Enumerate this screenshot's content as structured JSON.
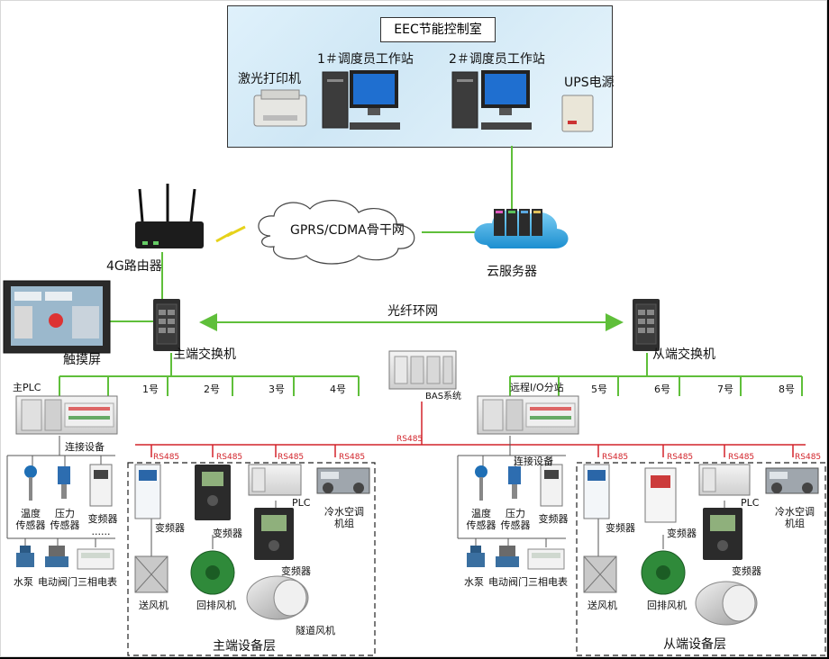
{
  "control_room": {
    "title": "EEC节能控制室",
    "printer": "激光打印机",
    "station1": "1＃调度员工作站",
    "station2": "2＃调度员工作站",
    "ups": "UPS电源"
  },
  "network": {
    "router": "4G路由器",
    "backbone": "GPRS/CDMA骨干网",
    "cloud": "云服务器",
    "ring": "光纤环网",
    "touch": "触摸屏",
    "main_switch": "主端交换机",
    "slave_switch": "从端交换机",
    "bas": "BAS系统",
    "rs485_bus": "RS485"
  },
  "ports_left": [
    "1号",
    "2号",
    "3号",
    "4号"
  ],
  "ports_right": [
    "5号",
    "6号",
    "7号",
    "8号"
  ],
  "main_plc": "主PLC",
  "remote_io": "远程I/O分站",
  "connect_left": "连接设备",
  "connect_right": "连接设备",
  "sensors_left": {
    "temp1": "温度",
    "temp2": "传感器",
    "press1": "压力",
    "press2": "传感器",
    "vfd": "变频器",
    "dots": "......",
    "pump": "水泵",
    "valve": "电动阀门",
    "meter": "三相电表"
  },
  "sensors_right": {
    "temp1": "温度",
    "temp2": "传感器",
    "press1": "压力",
    "press2": "传感器",
    "vfd": "变频器",
    "pump": "水泵",
    "valve": "电动阀门",
    "meter": "三相电表"
  },
  "main_layer": {
    "rs485": "RS485",
    "vfd1": "变频器",
    "vfd2": "变频器",
    "vfd3": "变频器",
    "plc": "PLC",
    "chiller1": "冷水空调",
    "chiller2": "机组",
    "fan_supply": "送风机",
    "fan_return": "回排风机",
    "fan_tunnel": "隧道风机",
    "title": "主端设备层"
  },
  "slave_layer": {
    "rs485": "RS485",
    "vfd1": "变频器",
    "vfd2": "变频器",
    "vfd3": "变频器",
    "plc": "PLC",
    "chiller1": "冷水空调",
    "chiller2": "机组",
    "fan_supply": "送风机",
    "fan_return": "回排风机",
    "title": "从端设备层"
  },
  "colors": {
    "green": "#5fbf3a",
    "red": "#d2232a",
    "dark": "#333333"
  }
}
